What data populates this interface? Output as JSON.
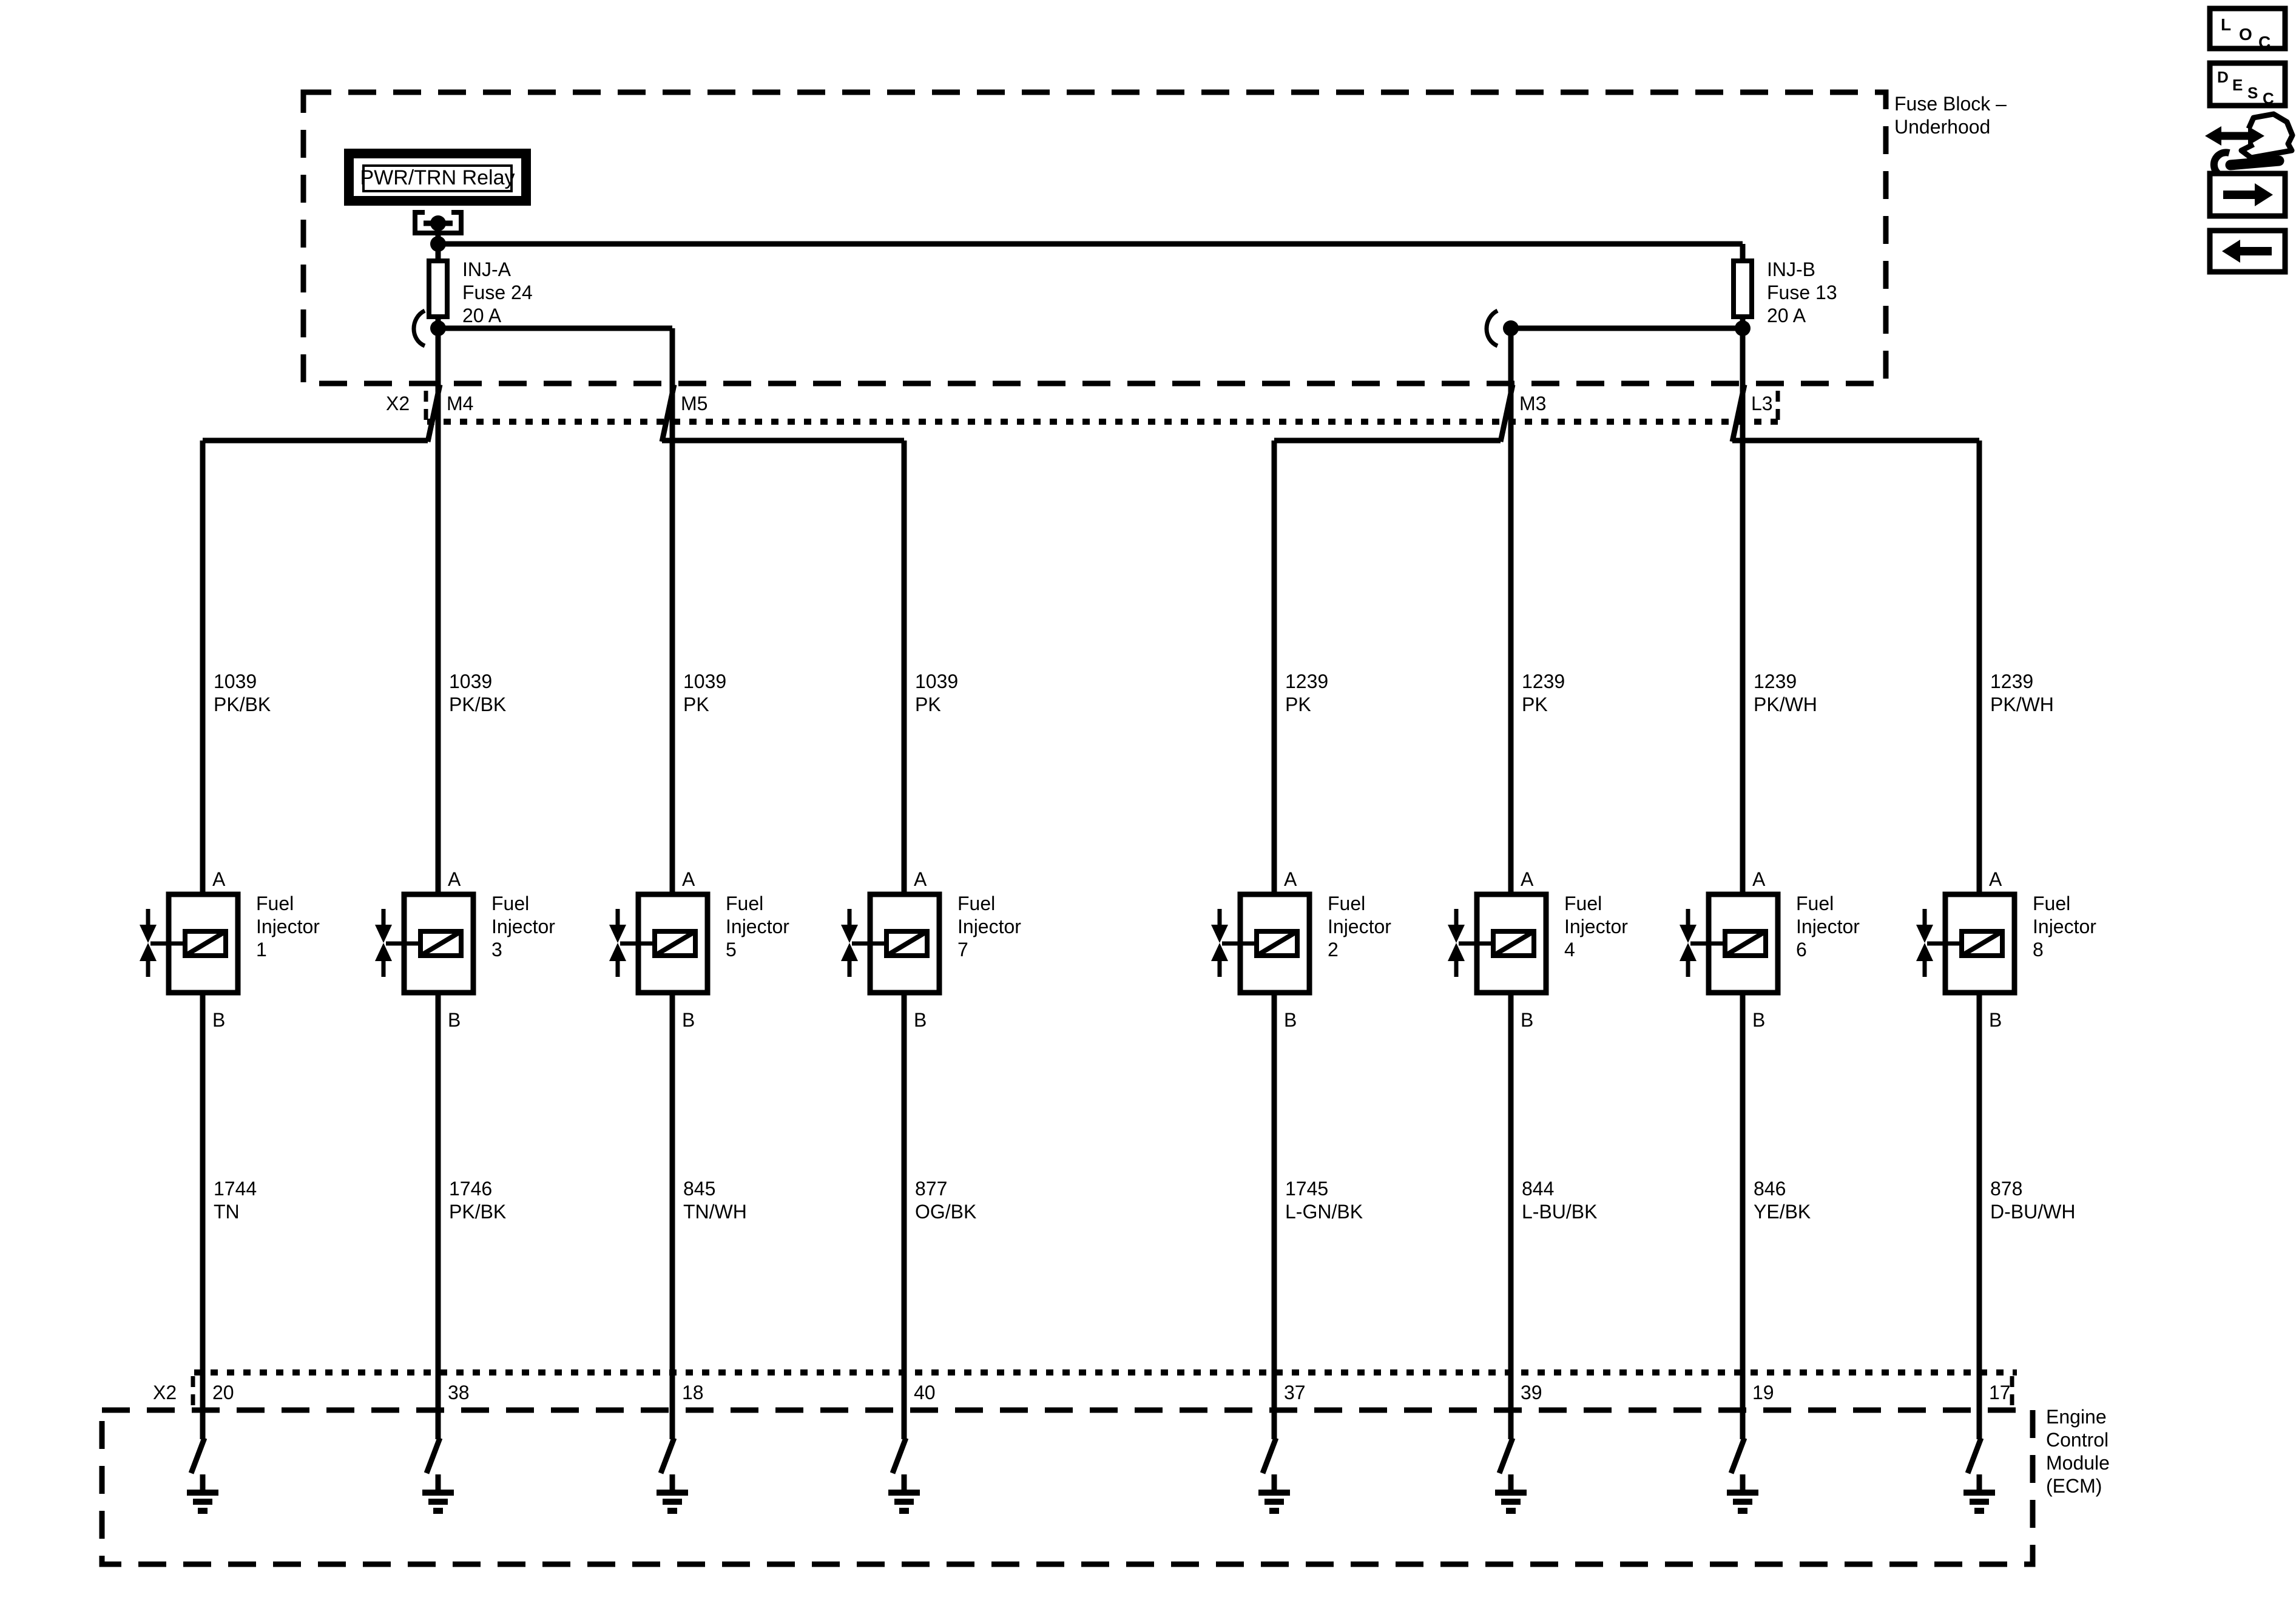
{
  "diagram": {
    "fuse_block": {
      "label_line1": "Fuse Block –",
      "label_line2": "Underhood"
    },
    "relay": {
      "label": "PWR/TRN Relay"
    },
    "fuse_a": {
      "line1": "INJ-A",
      "line2": "Fuse 24",
      "line3": "20 A"
    },
    "fuse_b": {
      "line1": "INJ-B",
      "line2": "Fuse 13",
      "line3": "20 A"
    },
    "top_connector": {
      "label": "X2"
    },
    "bottom_connector": {
      "label": "X2"
    },
    "ecm": {
      "label_line1": "Engine",
      "label_line2": "Control",
      "label_line3": "Module",
      "label_line4": "(ECM)"
    },
    "columns": [
      {
        "top_pin": "",
        "supply_circuit": "1039",
        "supply_color": "PK/BK",
        "pin_a": "A",
        "pin_b": "B",
        "device_line1": "Fuel",
        "device_line2": "Injector",
        "device_number": "1",
        "control_circuit": "1744",
        "control_color": "TN",
        "ecm_pin": "20"
      },
      {
        "top_pin": "M4",
        "supply_circuit": "1039",
        "supply_color": "PK/BK",
        "pin_a": "A",
        "pin_b": "B",
        "device_line1": "Fuel",
        "device_line2": "Injector",
        "device_number": "3",
        "control_circuit": "1746",
        "control_color": "PK/BK",
        "ecm_pin": "38"
      },
      {
        "top_pin": "M5",
        "supply_circuit": "1039",
        "supply_color": "PK",
        "pin_a": "A",
        "pin_b": "B",
        "device_line1": "Fuel",
        "device_line2": "Injector",
        "device_number": "5",
        "control_circuit": "845",
        "control_color": "TN/WH",
        "ecm_pin": "18"
      },
      {
        "top_pin": "",
        "supply_circuit": "1039",
        "supply_color": "PK",
        "pin_a": "A",
        "pin_b": "B",
        "device_line1": "Fuel",
        "device_line2": "Injector",
        "device_number": "7",
        "control_circuit": "877",
        "control_color": "OG/BK",
        "ecm_pin": "40"
      },
      {
        "top_pin": "",
        "supply_circuit": "1239",
        "supply_color": "PK",
        "pin_a": "A",
        "pin_b": "B",
        "device_line1": "Fuel",
        "device_line2": "Injector",
        "device_number": "2",
        "control_circuit": "1745",
        "control_color": "L-GN/BK",
        "ecm_pin": "37"
      },
      {
        "top_pin": "M3",
        "supply_circuit": "1239",
        "supply_color": "PK",
        "pin_a": "A",
        "pin_b": "B",
        "device_line1": "Fuel",
        "device_line2": "Injector",
        "device_number": "4",
        "control_circuit": "844",
        "control_color": "L-BU/BK",
        "ecm_pin": "39"
      },
      {
        "top_pin": "L3",
        "supply_circuit": "1239",
        "supply_color": "PK/WH",
        "pin_a": "A",
        "pin_b": "B",
        "device_line1": "Fuel",
        "device_line2": "Injector",
        "device_number": "6",
        "control_circuit": "846",
        "control_color": "YE/BK",
        "ecm_pin": "19"
      },
      {
        "top_pin": "",
        "supply_circuit": "1239",
        "supply_color": "PK/WH",
        "pin_a": "A",
        "pin_b": "B",
        "device_line1": "Fuel",
        "device_line2": "Injector",
        "device_number": "8",
        "control_circuit": "878",
        "control_color": "D-BU/WH",
        "ecm_pin": "17"
      }
    ]
  },
  "toolbar": {
    "loc_letters": [
      "L",
      "O",
      "C"
    ],
    "desc_letters": [
      "D",
      "E",
      "S",
      "C"
    ]
  }
}
